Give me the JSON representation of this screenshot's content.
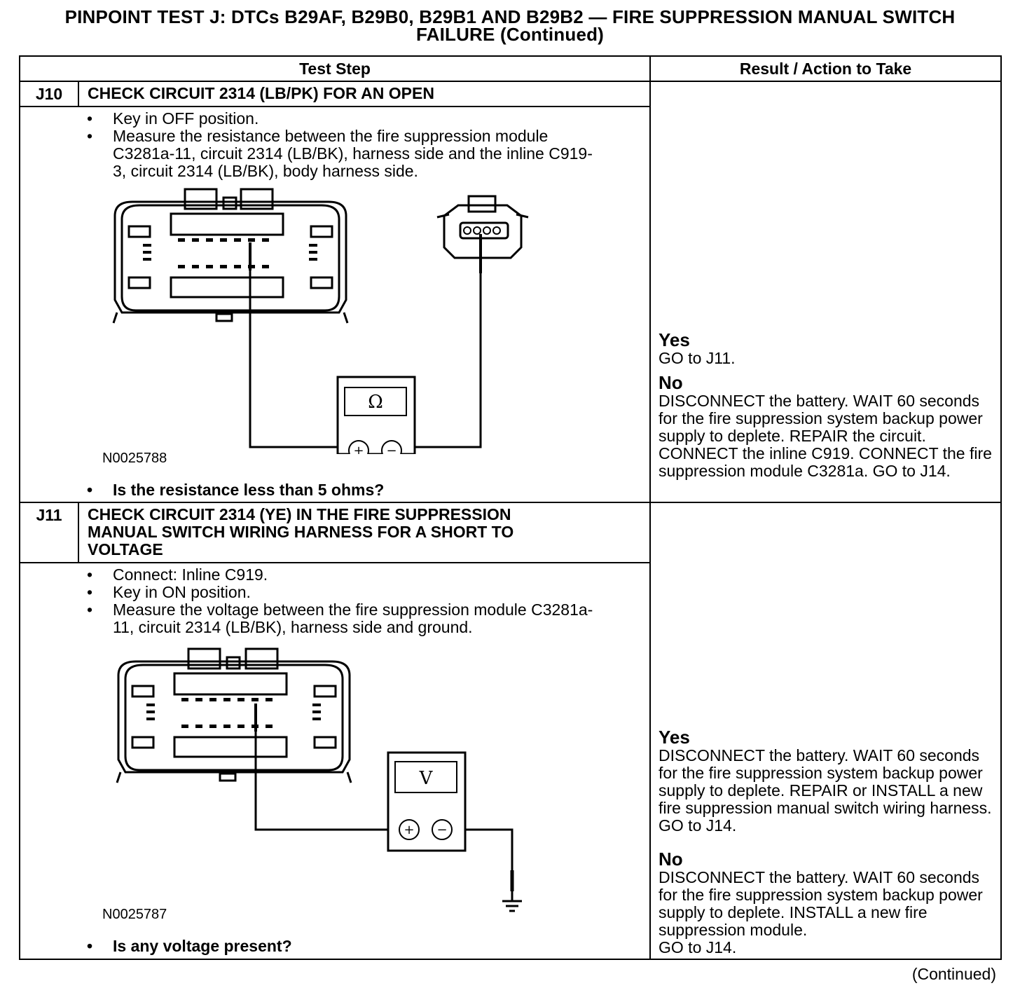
{
  "title": {
    "line1": "PINPOINT TEST J: DTCs B29AF, B29B0, B29B1 AND B29B2 — FIRE SUPPRESSION MANUAL SWITCH",
    "line2": "FAILURE (Continued)"
  },
  "table": {
    "col_test_step": "Test Step",
    "col_result": "Result / Action to Take"
  },
  "steps": [
    {
      "id": "J10",
      "title": "CHECK CIRCUIT 2314 (LB/PK) FOR AN OPEN",
      "bullets": [
        "Key in OFF position.",
        "Measure the resistance between the fire suppression module C3281a-11, circuit 2314 (LB/BK), harness side and the inline C919-3, circuit 2314 (LB/BK), body harness side."
      ],
      "figure_id": "N0025788",
      "meter_symbol": "Ω",
      "question": "Is the resistance less than 5 ohms?",
      "yes_label": "Yes",
      "yes_text": "GO to J11.",
      "no_label": "No",
      "no_text": "DISCONNECT the battery. WAIT 60 seconds for the fire suppression system backup power supply to deplete. REPAIR the circuit. CONNECT the inline C919. CONNECT the fire suppression module C3281a.  GO to J14."
    },
    {
      "id": "J11",
      "title": "CHECK CIRCUIT 2314 (YE) IN THE FIRE SUPPRESSION MANUAL SWITCH WIRING HARNESS FOR A SHORT TO VOLTAGE",
      "bullets": [
        "Connect: Inline C919.",
        "Key in ON position.",
        "Measure the voltage between the fire suppression module C3281a-11, circuit 2314 (LB/BK), harness side and ground."
      ],
      "figure_id": "N0025787",
      "meter_symbol": "V",
      "question": "Is any voltage present?",
      "yes_label": "Yes",
      "yes_text": "DISCONNECT the battery. WAIT 60 seconds for the fire suppression system backup power supply to deplete. REPAIR or INSTALL a new fire suppression manual switch wiring harness. GO to J14.",
      "no_label": "No",
      "no_text": "DISCONNECT the battery. WAIT 60 seconds for the fire suppression system backup power supply to deplete. INSTALL a new fire suppression module.\nGO to J14."
    }
  ],
  "footer": "(Continued)"
}
